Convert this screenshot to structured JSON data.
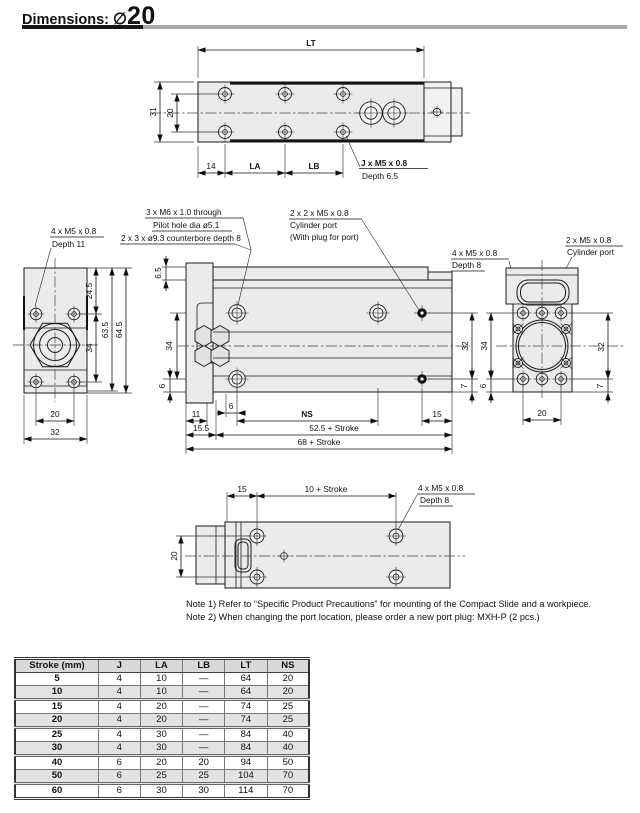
{
  "title": {
    "prefix": "Dimensions:",
    "diameter": "∅",
    "size": "20"
  },
  "top_view": {
    "lt": "LT",
    "h31": "31",
    "h20": "20",
    "w14": "14",
    "la": "LA",
    "lb": "LB",
    "j_thread": "J x M5 x 0.8",
    "j_depth": "Depth 6.5"
  },
  "front_view": {
    "through1": "3 x M6 x 1.0 through",
    "through2": "Pilot hole dia ø5.1",
    "through3": "2 x 3 x ø9.3 counterbore depth 8",
    "m5d11_1": "4 x M5 x 0.8",
    "m5d11_2": "Depth 11",
    "plug1": "2 x 2 x M5 x 0.8",
    "plug2": "Cylinder port",
    "plug3": "(With plug for port)",
    "m5d8_1": "4 x M5 x 0.8",
    "m5d8_2": "Depth 8",
    "cyl1": "2 x M5 x 0.8",
    "cyl2": "Cylinder port",
    "d24_5": "24.5",
    "d63_5": "63.5",
    "d64_5": "64.5",
    "d34": "34",
    "d20": "20",
    "d32": "32",
    "d6_5": "6.5",
    "d6": "6",
    "d7": "7",
    "d11": "11",
    "d15_5": "15.5",
    "ns": "NS",
    "d52_5": "52.5 + Stroke",
    "d68": "68 + Stroke",
    "d15": "15"
  },
  "bottom_view": {
    "d15": "15",
    "d10s": "10 + Stroke",
    "m5_1": "4 x M5 x 0.8",
    "m5_2": "Depth 8",
    "d20": "20"
  },
  "notes": {
    "note1": "Note 1) Refer to “Specific Product Precautions” for mounting of the Compact Slide and a workpiece.",
    "note2": "Note 2) When changing the port location, please order a new port plug: MXH-P (2 pcs.)"
  },
  "table": {
    "headers": [
      "Stroke (mm)",
      "J",
      "LA",
      "LB",
      "LT",
      "NS"
    ],
    "rows": [
      [
        "5",
        "4",
        "10",
        "—",
        "64",
        "20"
      ],
      [
        "10",
        "4",
        "10",
        "—",
        "64",
        "20"
      ],
      [
        "15",
        "4",
        "20",
        "—",
        "74",
        "25"
      ],
      [
        "20",
        "4",
        "20",
        "—",
        "74",
        "25"
      ],
      [
        "25",
        "4",
        "30",
        "—",
        "84",
        "40"
      ],
      [
        "30",
        "4",
        "30",
        "—",
        "84",
        "40"
      ],
      [
        "40",
        "6",
        "20",
        "20",
        "94",
        "50"
      ],
      [
        "50",
        "6",
        "25",
        "25",
        "104",
        "70"
      ],
      [
        "60",
        "6",
        "30",
        "30",
        "114",
        "70"
      ]
    ]
  },
  "colors": {
    "accent_rule": "#ababab",
    "table_header_bg": "#d9d9d9",
    "stripe_bg": "#e3e3e3",
    "body_fill": "#ebebeb"
  }
}
